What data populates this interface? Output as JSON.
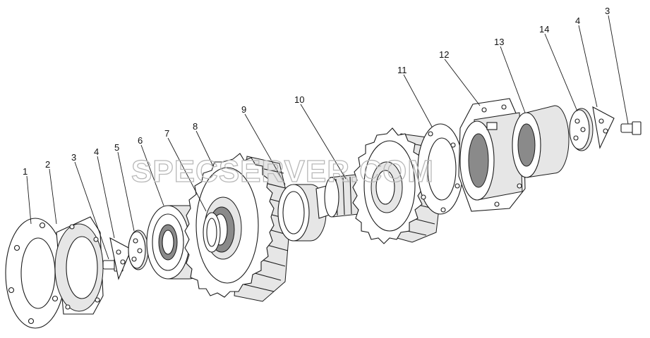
{
  "watermark": "SPECSERVER.COM",
  "callouts": [
    {
      "id": "c1",
      "label": "1"
    },
    {
      "id": "c2",
      "label": "2"
    },
    {
      "id": "c3a",
      "label": "3"
    },
    {
      "id": "c4a",
      "label": "4"
    },
    {
      "id": "c5",
      "label": "5"
    },
    {
      "id": "c6",
      "label": "6"
    },
    {
      "id": "c7",
      "label": "7"
    },
    {
      "id": "c8",
      "label": "8"
    },
    {
      "id": "c9",
      "label": "9"
    },
    {
      "id": "c10",
      "label": "10"
    },
    {
      "id": "c11",
      "label": "11"
    },
    {
      "id": "c12",
      "label": "12"
    },
    {
      "id": "c13",
      "label": "13"
    },
    {
      "id": "c14",
      "label": "14"
    },
    {
      "id": "c4b",
      "label": "4"
    },
    {
      "id": "c3b",
      "label": "3"
    }
  ]
}
